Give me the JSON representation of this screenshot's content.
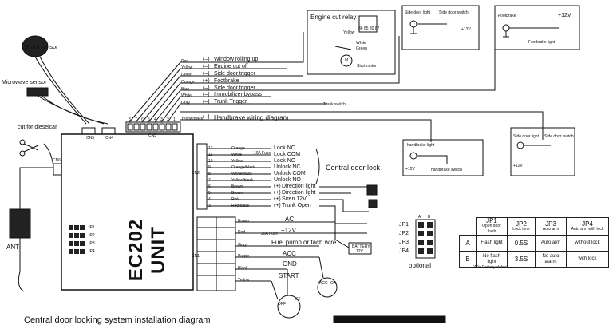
{
  "unit": {
    "title": "EC202 UNIT",
    "cn1": "CN1",
    "cn2": "CN2",
    "cn3": "CN3",
    "cn4": "CN4",
    "cn5": "CN5",
    "cn6": "CN6"
  },
  "top_left": {
    "shock_sensor": "Shock sensor",
    "microwave_sensor": "Microwave sensor",
    "cut_for_dieselcar": "cut for dieselcar",
    "ant": "ANT"
  },
  "jumpers_on_unit": [
    "JP1",
    "JP2",
    "JP3",
    "JP4"
  ],
  "cn3_pins": [
    "8",
    "7",
    "6",
    "5",
    "4",
    "3",
    "2",
    "1"
  ],
  "cn3_wires": [
    {
      "color": "Red",
      "sign": "(–)",
      "desc": "Window rolling up"
    },
    {
      "color": "Yellow",
      "sign": "(–)",
      "desc": "Engine cut off"
    },
    {
      "color": "Green",
      "sign": "(–)",
      "desc": "Side door trigger"
    },
    {
      "color": "Orange",
      "sign": "(+)",
      "desc": "Footbrake"
    },
    {
      "color": "Blue",
      "sign": "(–)",
      "desc": "Side door trigger"
    },
    {
      "color": "White",
      "sign": "(–)",
      "desc": "Immobilizer bypass"
    },
    {
      "color": "Gray",
      "sign": "(–)",
      "desc": "Trunk Trigger"
    },
    {
      "color": "Yellow/black",
      "sign": "(–)",
      "desc": "Handbrake wiring diagram"
    }
  ],
  "trunk_switch": "Trunk switch",
  "engine_relay": {
    "title": "Engine cut relay",
    "yellow": "Yellow",
    "white": "White",
    "green": "Green",
    "start_motor": "Start motor",
    "motor": "M",
    "pins": "86 85 30 87"
  },
  "side_door_box": {
    "light": "Side door light",
    "switch": "Side door switch",
    "v12": "+12V"
  },
  "footbrake_box": {
    "title": "Footbrake",
    "v12": "+12V",
    "light": "Footbrake light"
  },
  "handbrake_box": {
    "light": "handbrake light",
    "v12": "+12V",
    "switch": "handbrake switch"
  },
  "side_door_box2": {
    "light": "Side door light",
    "switch": "Side door switch",
    "v12": "+12V"
  },
  "cn2_wires": [
    {
      "pin": "12",
      "color": "Orange",
      "desc": "Lock NC"
    },
    {
      "pin": "11",
      "color": "White",
      "desc": "Lock COM"
    },
    {
      "pin": "10",
      "color": "Yellow",
      "desc": "Lock NO"
    },
    {
      "pin": "9",
      "color": "Orange/black",
      "desc": "Unlock NC"
    },
    {
      "pin": "8",
      "color": "White/black",
      "desc": "Unlock COM"
    },
    {
      "pin": "7",
      "color": "Yellow/black",
      "desc": "Unlock NO"
    },
    {
      "pin": "6",
      "color": "Brown",
      "sign": "(+)",
      "desc": "Direction light"
    },
    {
      "pin": "5",
      "color": "Brown",
      "sign": "(+)",
      "desc": "Direction light"
    },
    {
      "pin": "4",
      "color": "Pink",
      "sign": "(+)",
      "desc": "Siren 12V"
    },
    {
      "pin": "3",
      "color": "Red/black",
      "sign": "(+)",
      "desc": "Trunk Open"
    }
  ],
  "relay_fuse_1": "10A Fuse",
  "central_door_lock": "Central door lock",
  "cn1_wires": [
    {
      "color": "Brown",
      "desc": "AC"
    },
    {
      "color": "Red",
      "desc": "+12V"
    },
    {
      "color": "Gray",
      "desc": "Fuel pump or tach wire"
    },
    {
      "color": "Purple",
      "desc": "ACC"
    },
    {
      "color": "Black",
      "desc": "GND"
    },
    {
      "color": "Yellow",
      "desc": "START"
    }
  ],
  "cn1_fuse": "20A Fuse",
  "battery": {
    "label": "BATTERY",
    "volt": "12V"
  },
  "ignition_labels": {
    "acc": "ACC",
    "on": "ON",
    "start": "ST",
    "off": "OFF"
  },
  "optional": {
    "label": "optional",
    "cols": [
      "A",
      "B"
    ],
    "rows": [
      "JP1",
      "JP2",
      "JP3",
      "JP4"
    ]
  },
  "jp_table": {
    "headers": [
      {
        "name": "JP1",
        "sub": "Open door flash"
      },
      {
        "name": "JP2",
        "sub": "Lock time"
      },
      {
        "name": "JP3",
        "sub": "Auto arm"
      },
      {
        "name": "JP4",
        "sub": "Auto arm with lock"
      }
    ],
    "rows": [
      {
        "key": "A",
        "cells": [
          "Flash light",
          "0.5S",
          "Auto arm",
          "without lock"
        ]
      },
      {
        "key": "B",
        "cells": [
          "No flash light",
          "3.5S",
          "No auto alarm",
          "with lock"
        ]
      }
    ],
    "note": "\"A\"is Factory default"
  },
  "bottom_text": "Central door locking system installation diagram"
}
